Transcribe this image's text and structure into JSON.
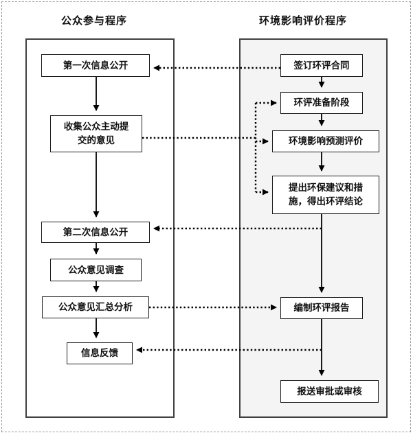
{
  "diagram": {
    "type": "flowchart",
    "columns": {
      "left": {
        "heading": "公众参与程序",
        "nodes": [
          "第一次信息公开",
          "收集公众主动提交的意见",
          "第二次信息公开",
          "公众意见调查",
          "公众意见汇总分析",
          "信息反馈"
        ]
      },
      "right": {
        "heading": "环境影响评价程序",
        "nodes": [
          "签订环评合同",
          "环评准备阶段",
          "环境影响预测评价",
          "提出环保建议和措施，得出环评结论",
          "编制环评报告",
          "报送审批或审核"
        ]
      }
    },
    "flow_edges": {
      "left_sequential": [
        "第一次信息公开→收集公众主动提交的意见",
        "收集公众主动提交的意见→第二次信息公开",
        "第二次信息公开→公众意见调查",
        "公众意见调查→公众意见汇总分析",
        "公众意见汇总分析→信息反馈"
      ],
      "right_sequential": [
        "签订环评合同→环评准备阶段",
        "环评准备阶段→环境影响预测评价",
        "环境影响预测评价→提出环保建议和措施，得出环评结论",
        "提出环保建议和措施，得出环评结论→编制环评报告",
        "编制环评报告→报送审批或审核"
      ],
      "cross_links": [
        {
          "from": "签订环评合同",
          "to": "第一次信息公开",
          "style": "dotted"
        },
        {
          "from": "收集公众主动提交的意见",
          "to": "环评准备阶段",
          "style": "dotted"
        },
        {
          "from": "收集公众主动提交的意见",
          "to": "环境影响预测评价",
          "style": "dotted"
        },
        {
          "from": "收集公众主动提交的意见",
          "to": "提出环保建议和措施，得出环评结论",
          "style": "dotted"
        },
        {
          "from": "提出环保建议和措施，得出环评结论",
          "to": "第二次信息公开",
          "style": "dotted"
        },
        {
          "from": "公众意见汇总分析",
          "to": "编制环评报告",
          "style": "dotted"
        },
        {
          "from": "编制环评报告",
          "to": "信息反馈",
          "style": "dotted"
        }
      ]
    },
    "colors": {
      "panel_fill_right": "#f4f4f4",
      "panel_fill_left": "#ffffff",
      "line": "#000000",
      "panel_border": "#404040",
      "page_border_dashed": "#999999",
      "text": "#111111"
    }
  }
}
